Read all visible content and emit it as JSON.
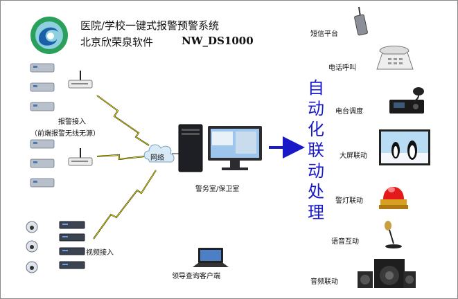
{
  "header": {
    "title": "医院/学校一键式报警预警系统",
    "company": "北京欣荣泉软件",
    "model": "NW_DS1000"
  },
  "left": {
    "alarm_access": "报警接入",
    "alarm_note": "（前端报警无线无源）",
    "video_access": "视频接入",
    "network": "网络"
  },
  "center": {
    "duty_room": "警务室/保卫室",
    "client": "领导查询客户端"
  },
  "auto_label": "自动化联动处理",
  "outputs": [
    {
      "label": "短信平台",
      "icon": "sms-gateway-icon"
    },
    {
      "label": "电话呼叫",
      "icon": "telephone-icon"
    },
    {
      "label": "电台调度",
      "icon": "radio-icon"
    },
    {
      "label": "大屏联动",
      "icon": "big-screen-icon"
    },
    {
      "label": "警灯联动",
      "icon": "warning-light-icon"
    },
    {
      "label": "语音互动",
      "icon": "microphone-icon"
    },
    {
      "label": "音频联动",
      "icon": "speaker-icon"
    }
  ],
  "colors": {
    "accent": "#1919c8",
    "lightning": "#e8e200",
    "logo": "#2aa05a"
  }
}
